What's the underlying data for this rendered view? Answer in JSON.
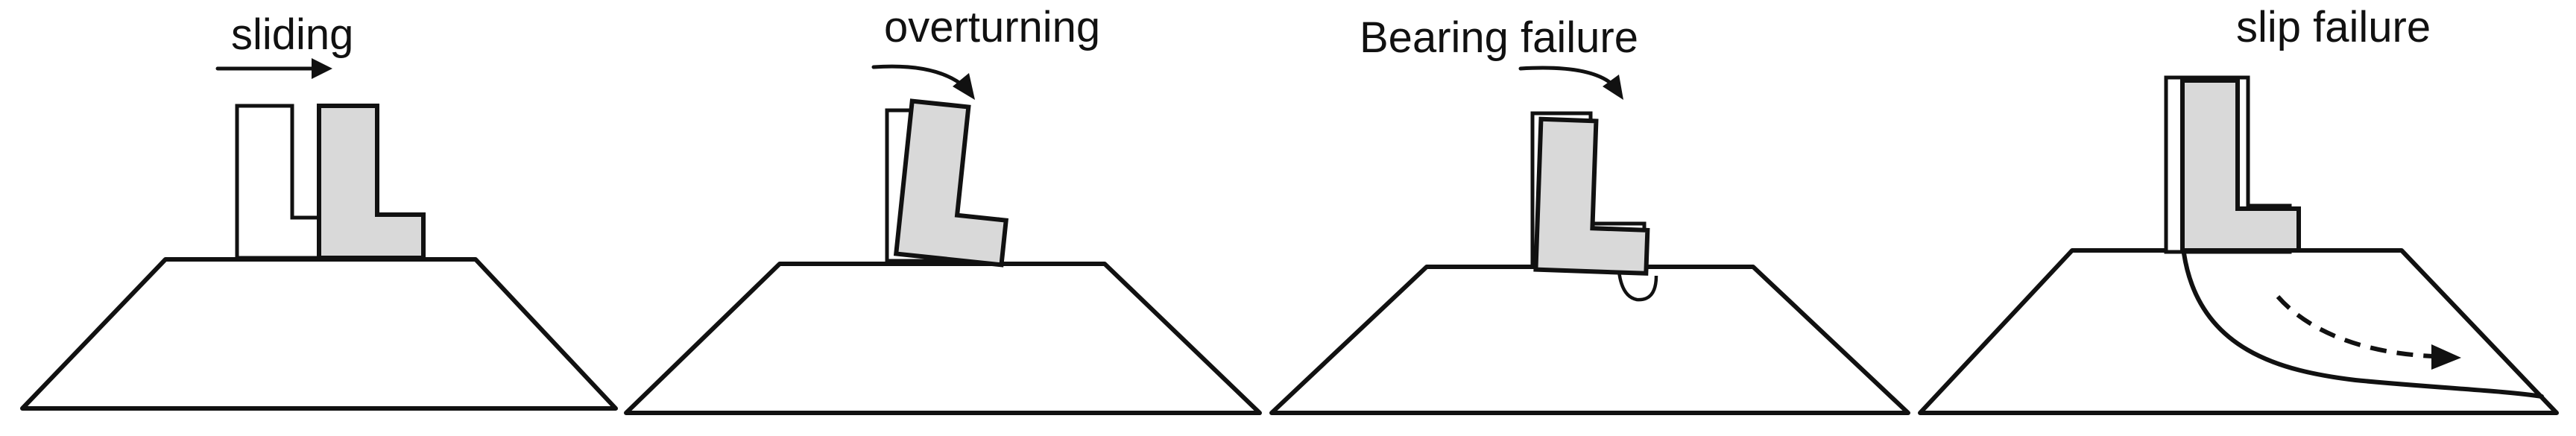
{
  "panels": [
    {
      "id": "sliding",
      "label": "sliding"
    },
    {
      "id": "overturning",
      "label": "overturning"
    },
    {
      "id": "bearing",
      "label": "Bearing failure"
    },
    {
      "id": "slip",
      "label": "slip failure"
    }
  ],
  "colors": {
    "wall_fill": "#d9d9d9",
    "stroke": "#111111",
    "background": "#ffffff"
  }
}
